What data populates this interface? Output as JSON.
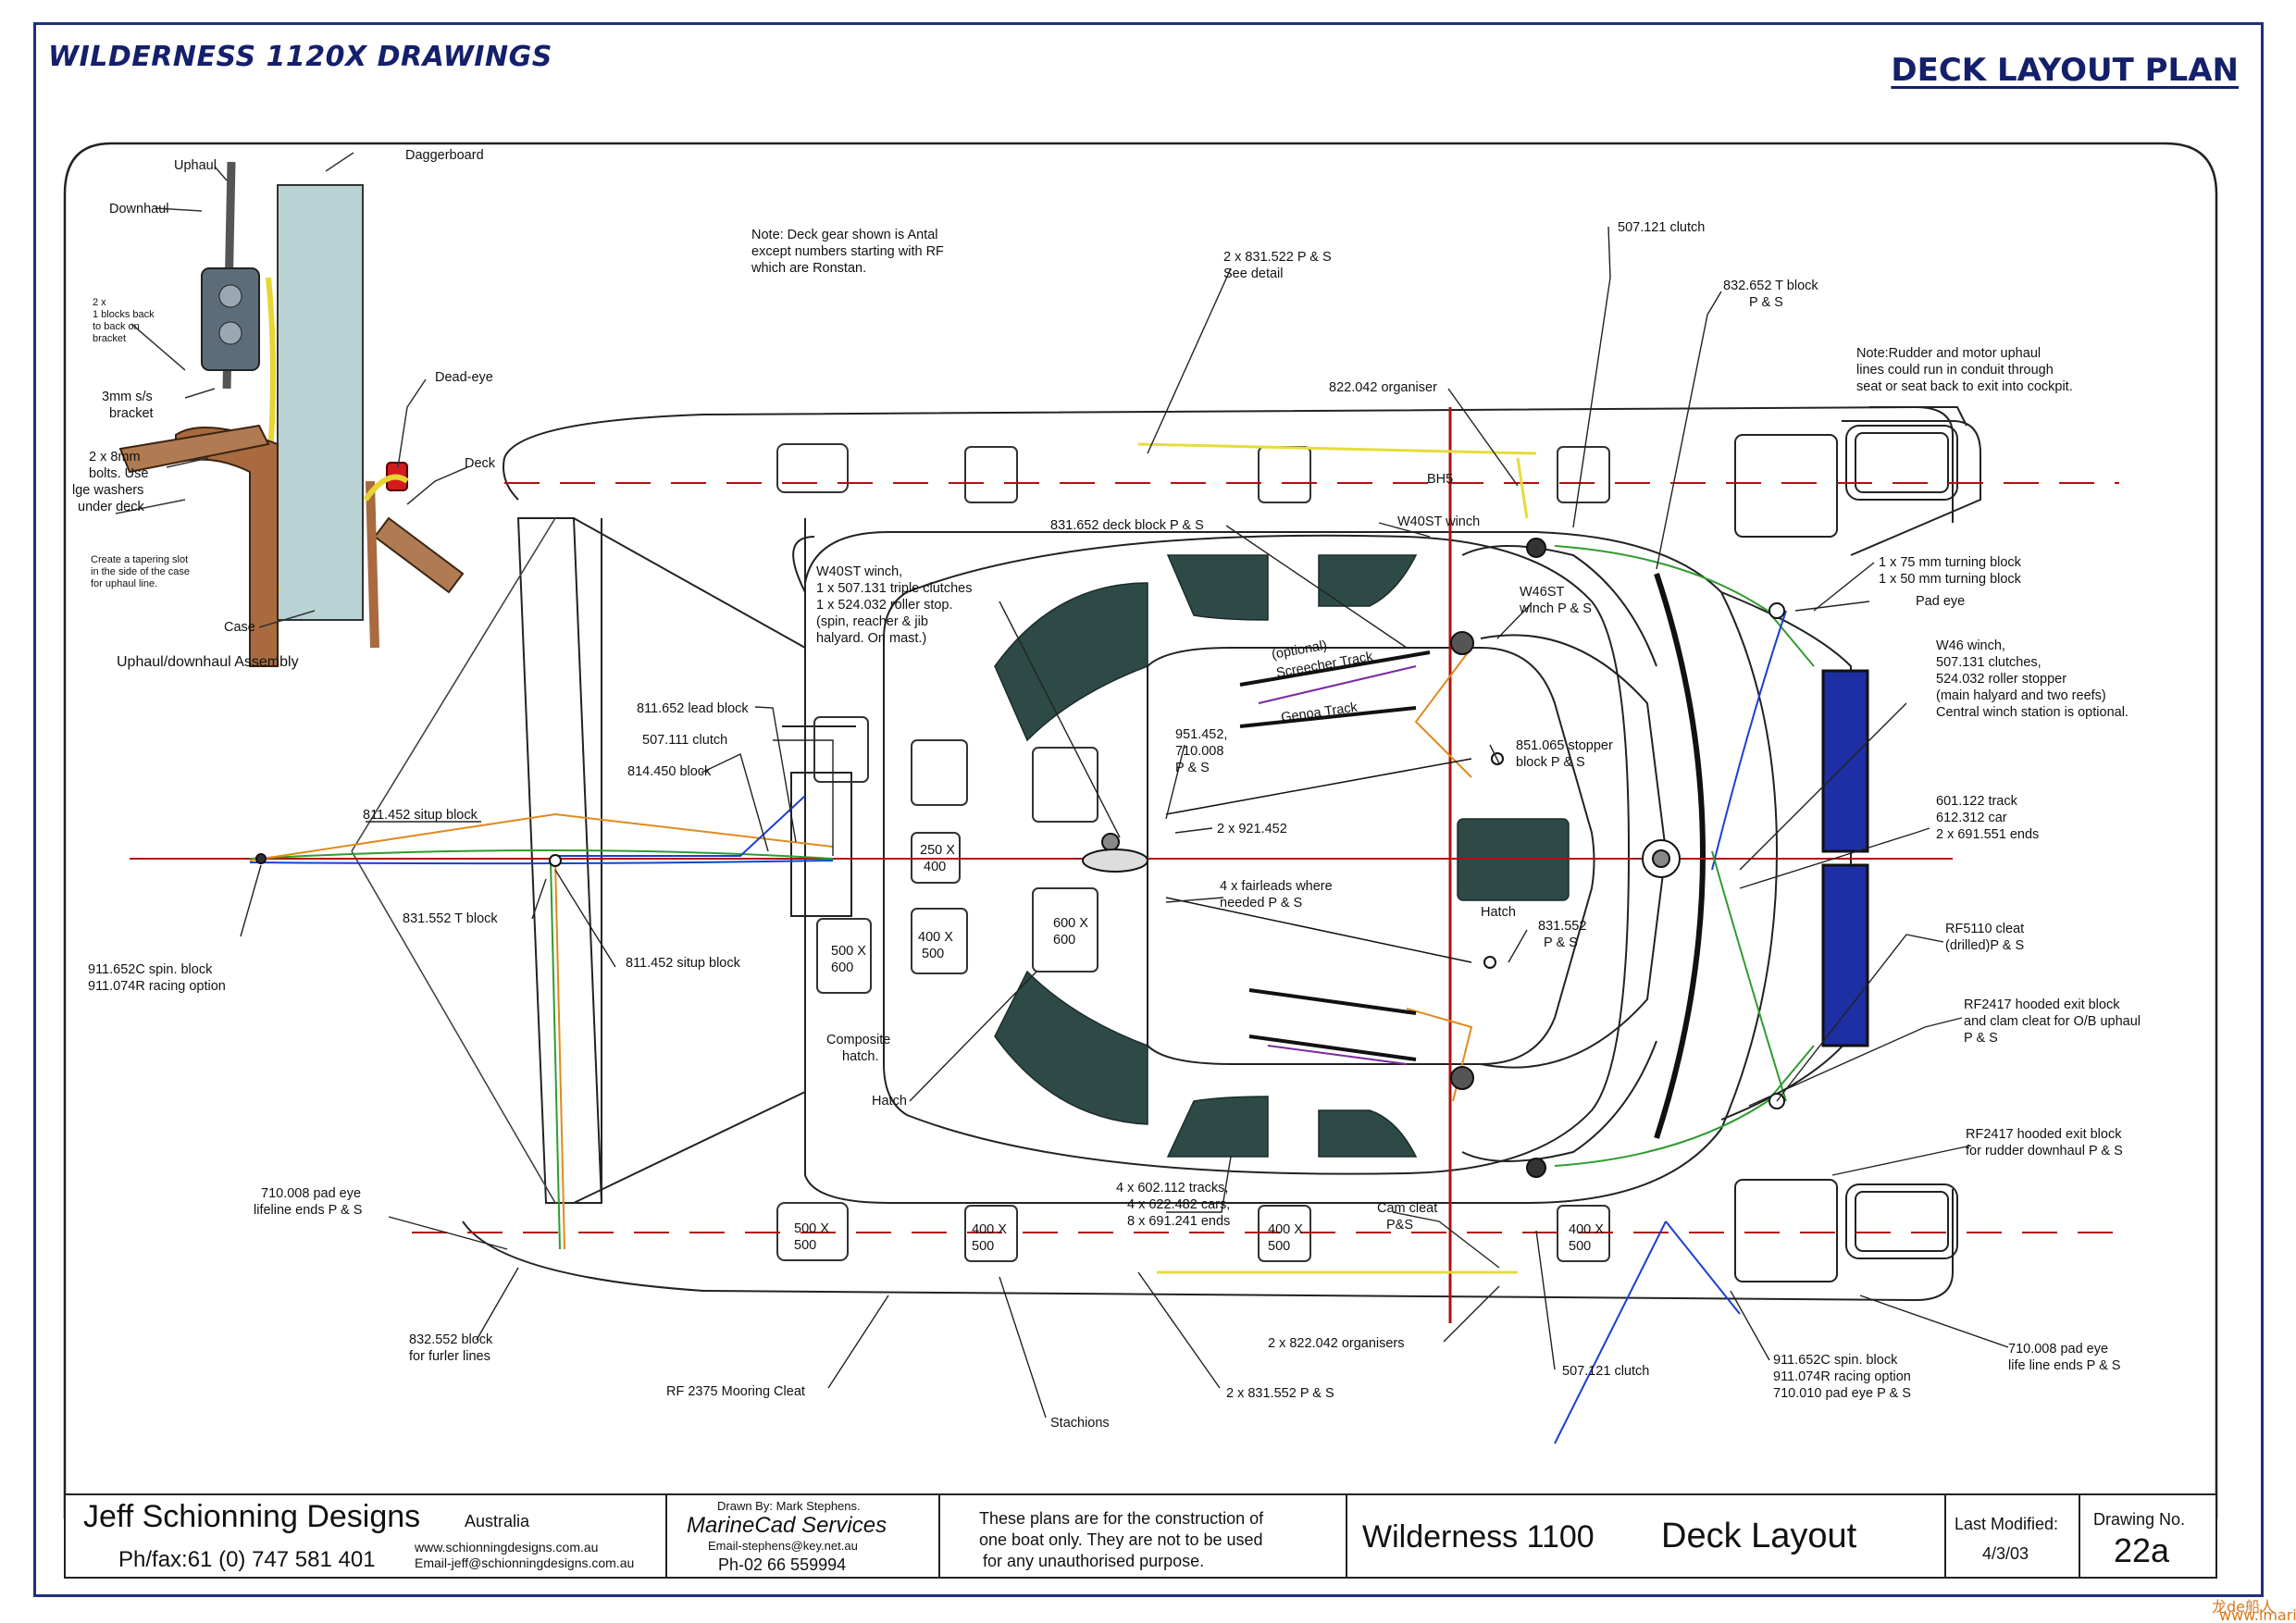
{
  "header": {
    "left_title": "WILDERNESS 1120X DRAWINGS",
    "right_title": "DECK LAYOUT PLAN"
  },
  "inset": {
    "caption": "Uphaul/downhaul Assembly",
    "labels": {
      "uphaul": "Uphaul",
      "downhaul": "Downhaul",
      "daggerboard": "Daggerboard",
      "blocks_1": "2 x",
      "blocks_2": "1 blocks back",
      "blocks_3": "to back on",
      "blocks_4": "bracket",
      "bracket_1": "3mm s/s",
      "bracket_2": "bracket",
      "deadeye": "Dead-eye",
      "deck": "Deck",
      "bolts_1": "2 x 8mm",
      "bolts_2": "bolts. Use",
      "bolts_3": "lge washers",
      "bolts_4": "under deck",
      "slot_1": "Create a tapering slot",
      "slot_2": "in the side of the case",
      "slot_3": "for uphaul line.",
      "case": "Case"
    }
  },
  "notes": {
    "note1_l1": "Note: Deck gear shown is Antal",
    "note1_l2": "except numbers starting with RF",
    "note1_l3": "which are Ronstan.",
    "note2_l1": "Note:Rudder and motor uphaul",
    "note2_l2": "lines could run in conduit through",
    "note2_l3": "seat or seat back to exit into cockpit."
  },
  "callouts": {
    "c_831522_l1": "2 x 831.522 P & S",
    "c_831522_l2": "See detail",
    "c_507121_top": "507.121 clutch",
    "c_832652_l1": "832.652 T block",
    "c_832652_l2": "P & S",
    "c_822042": "822.042 organiser",
    "c_bh5": "BH5",
    "c_w40st": "W40ST winch",
    "c_831652_deck": "831.652  deck block P & S",
    "c_turning_l1": "1 x 75 mm turning block",
    "c_turning_l2": "1 x 50 mm turning block",
    "c_padeye": "Pad eye",
    "c_w46st_l1": "W46ST",
    "c_w46st_l2": "winch P & S",
    "c_w40st_mast_l1": "W40ST winch,",
    "c_w40st_mast_l2": "1 x 507.131 triple clutches",
    "c_w40st_mast_l3": "1 x 524.032 roller stop.",
    "c_w40st_mast_l4": "(spin, reacher & jib",
    "c_w40st_mast_l5": "halyard. On mast.)",
    "c_screecher_l1": "(optional)",
    "c_screecher_l2": "Screecher Track",
    "c_genoa": "Genoa Track",
    "c_w46_central_l1": "W46 winch,",
    "c_w46_central_l2": "507.131 clutches,",
    "c_w46_central_l3": "524.032 roller stopper",
    "c_w46_central_l4": "(main halyard and two reefs)",
    "c_w46_central_l5": "Central winch station is optional.",
    "c_811652": "811.652 lead block",
    "c_507111": "507.111 clutch",
    "c_814450": "814.450 block",
    "c_951452_l1": "951.452,",
    "c_951452_l2": "710.008",
    "c_951452_l3": "P & S",
    "c_851065_l1": "851.065 stopper",
    "c_851065_l2": "block P & S",
    "c_601122_l1": "601.122 track",
    "c_601122_l2": "612.312 car",
    "c_601122_l3": "2 x 691.551 ends",
    "c_811452_situp": "811.452 situp block",
    "c_921452": "2 x 921.452",
    "c_250x400_l1": "250 X",
    "c_250x400_l2": "400",
    "c_fairleads_l1": "4 x fairleads where",
    "c_fairleads_l2": "needed P & S",
    "c_hatch_label": "Hatch",
    "c_831552_ps_l1": "831.552",
    "c_831552_ps_l2": "P & S",
    "c_rf5110_l1": "RF5110 cleat",
    "c_rf5110_l2": "(drilled)P & S",
    "c_831552_t": "831.552 T block",
    "c_811452_situp2": "811.452 situp block",
    "c_400x500_l1": "400 X",
    "c_400x500_l2": "500",
    "c_600x600a_l1": "600 X",
    "c_600x600a_l2": "600",
    "c_500x600_l1": "500 X",
    "c_500x600_l2": "600",
    "c_911652_l1": "911.652C spin. block",
    "c_911652_l2": "911.074R racing option",
    "c_rf2417_top_l1": "RF2417 hooded exit block",
    "c_rf2417_top_l2": "and clam cleat for O/B uphaul",
    "c_rf2417_top_l3": "P & S",
    "c_composite_l1": "Composite",
    "c_composite_l2": "hatch.",
    "c_hatch2": "Hatch",
    "c_rf2417_bot_l1": "RF2417 hooded exit block",
    "c_rf2417_bot_l2": "for rudder downhaul P & S",
    "c_710008_l1": "710.008 pad eye",
    "c_710008_l2": "lifeline ends P & S",
    "c_tracks_l1": "4 x 602.112 tracks,",
    "c_tracks_l2": "4 x 622.482 cars,",
    "c_tracks_l3": "8 x 691.241 ends",
    "c_camcleat_l1": "Cam cleat",
    "c_camcleat_l2": "P&S",
    "c_500x500": "500 X",
    "c_500x500_b": "500",
    "c_400x500b_l1": "400 X",
    "c_400x500b_l2": "500",
    "c_832552_l1": "832.552 block",
    "c_832552_l2": "for furler lines",
    "c_822042_2": "2 x 822.042 organisers",
    "c_507121_bot": "507.121 clutch",
    "c_911652b_l1": "911.652C spin. block",
    "c_911652b_l2": "911.074R racing option",
    "c_911652b_l3": "710.010  pad eye P & S",
    "c_710008b_l1": "710.008 pad eye",
    "c_710008b_l2": "life line ends P & S",
    "c_rf2375": "RF 2375 Mooring Cleat",
    "c_831552_2": "2 x 831.552 P & S",
    "c_stachions": "Stachions"
  },
  "title_block": {
    "company": "Jeff Schionning Designs",
    "country": "Australia",
    "phone": "Ph/fax:61 (0) 747 581 401",
    "web": "www.schionningdesigns.com.au",
    "email": "Email-jeff@schionningdesigns.com.au",
    "drawn_by": "Drawn By: Mark Stephens.",
    "service": "MarineCad Services",
    "service_email": "Email-stephens@key.net.au",
    "service_phone": "Ph-02 66 559994",
    "notice_l1": "These plans are for the construction of",
    "notice_l2": "one boat only. They are not to be used",
    "notice_l3": "for any unauthorised purpose.",
    "boat": "Wilderness 1100",
    "sheet_title": "Deck Layout",
    "last_modified_label": "Last Modified:",
    "last_modified": "4/3/03",
    "drawing_no_label": "Drawing No.",
    "drawing_no": "22a"
  },
  "watermark": "龙de船人",
  "watermark_url": "www.lmarine.cn",
  "colors": {
    "frame": "#1f2f7a",
    "hatch_fill": "#2e4a47",
    "solar_fill": "#1d2fa3",
    "centerline": "#b01010",
    "line_green": "#2f9c2f",
    "line_blue": "#1b3fd1",
    "line_orange": "#e08a1e",
    "line_yellow": "#e6dc3a",
    "line_purple": "#7a2aa0"
  }
}
